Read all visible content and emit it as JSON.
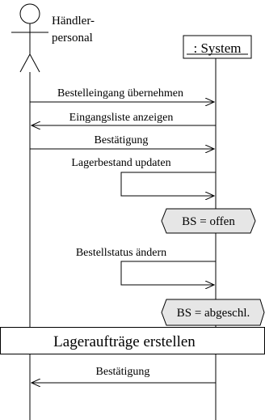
{
  "actors": {
    "left_label_line1": "Händler-",
    "left_label_line2": "personal",
    "right_label": ": System"
  },
  "messages": {
    "m1": "Bestelleingang übernehmen",
    "m2": "Eingangsliste anzeigen",
    "m3": "Bestätigung",
    "m4": "Lagerbestand updaten",
    "m5": "Bestellstatus ändern",
    "m6": "Bestätigung"
  },
  "states": {
    "s1": "BS = offen",
    "s2": "BS = abgeschl."
  },
  "frame": {
    "label": "Lageraufträge erstellen"
  }
}
